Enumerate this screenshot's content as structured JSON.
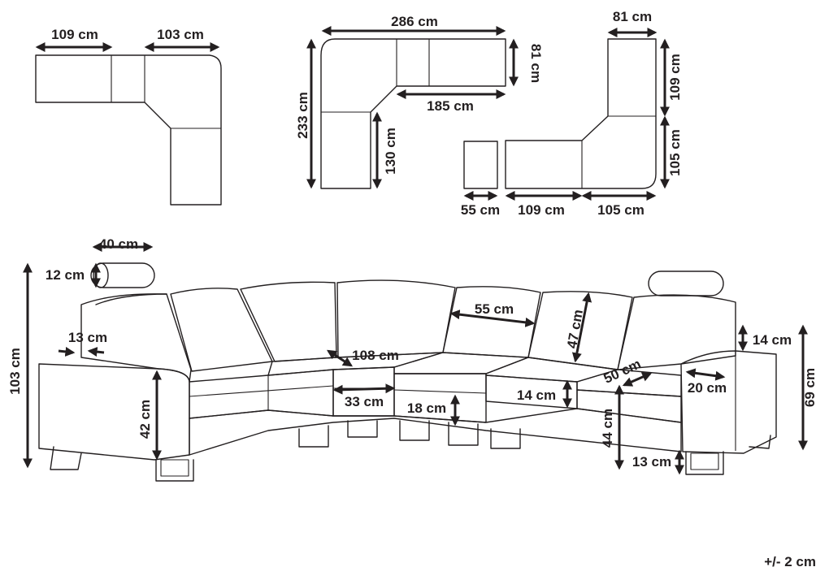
{
  "plan_a": {
    "left_width": "109 cm",
    "right_width": "103 cm"
  },
  "plan_b": {
    "total_width": "286 cm",
    "total_depth": "233 cm",
    "seat_depth": "81 cm",
    "inner_length": "185 cm",
    "inner_depth": "130 cm"
  },
  "plan_c": {
    "depth": "81 cm",
    "upper_length": "109 cm",
    "lower_length": "105 cm",
    "ottoman_width": "55 cm",
    "chaise_length": "109 cm",
    "corner_length": "105 cm"
  },
  "front": {
    "headrest_length": "40 cm",
    "headrest_diameter": "12 cm",
    "total_height": "103 cm",
    "armrest_thickness": "13 cm",
    "seat_width_corner": "108 cm",
    "back_cushion_width": "55 cm",
    "backrest_height": "47 cm",
    "armrest_height": "42 cm",
    "seat_depth": "33 cm",
    "cushion_thickness": "18 cm",
    "cushion_height": "14 cm",
    "seat_height": "44 cm",
    "cushion_depth": "50 cm",
    "arm_width": "20 cm",
    "arm_step": "14 cm",
    "arm_height": "69 cm",
    "leg_height": "13 cm"
  },
  "tolerance": "+/- 2 cm"
}
